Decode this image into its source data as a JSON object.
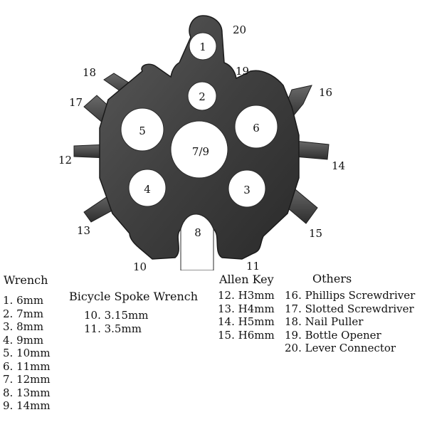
{
  "hole_labels": [
    "1",
    "2",
    "3",
    "4",
    "5",
    "6",
    "7/9",
    "8"
  ],
  "callouts": [
    "20",
    "19",
    "18",
    "17",
    "16",
    "12",
    "14",
    "13",
    "15",
    "10",
    "11"
  ],
  "legend": {
    "wrench": {
      "heading": "Wrench",
      "items": [
        "1.  6mm",
        "2.  7mm",
        "3.  8mm",
        "4.  9mm",
        "5.  10mm",
        "6.  11mm",
        "7.  12mm",
        "8.  13mm",
        "9.  14mm"
      ]
    },
    "spoke": {
      "heading": "Bicycle Spoke Wrench",
      "items": [
        "10.  3.15mm",
        "11.  3.5mm"
      ]
    },
    "allen": {
      "heading": "Allen Key",
      "items": [
        "12. H3mm",
        "13. H4mm",
        "14. H5mm",
        "15. H6mm"
      ]
    },
    "others": {
      "heading": "Others",
      "items": [
        "16. Phillips Screwdriver",
        "17. Slotted Screwdriver",
        "18. Nail Puller",
        "19. Bottle Opener",
        "20. Lever Connector"
      ]
    }
  }
}
